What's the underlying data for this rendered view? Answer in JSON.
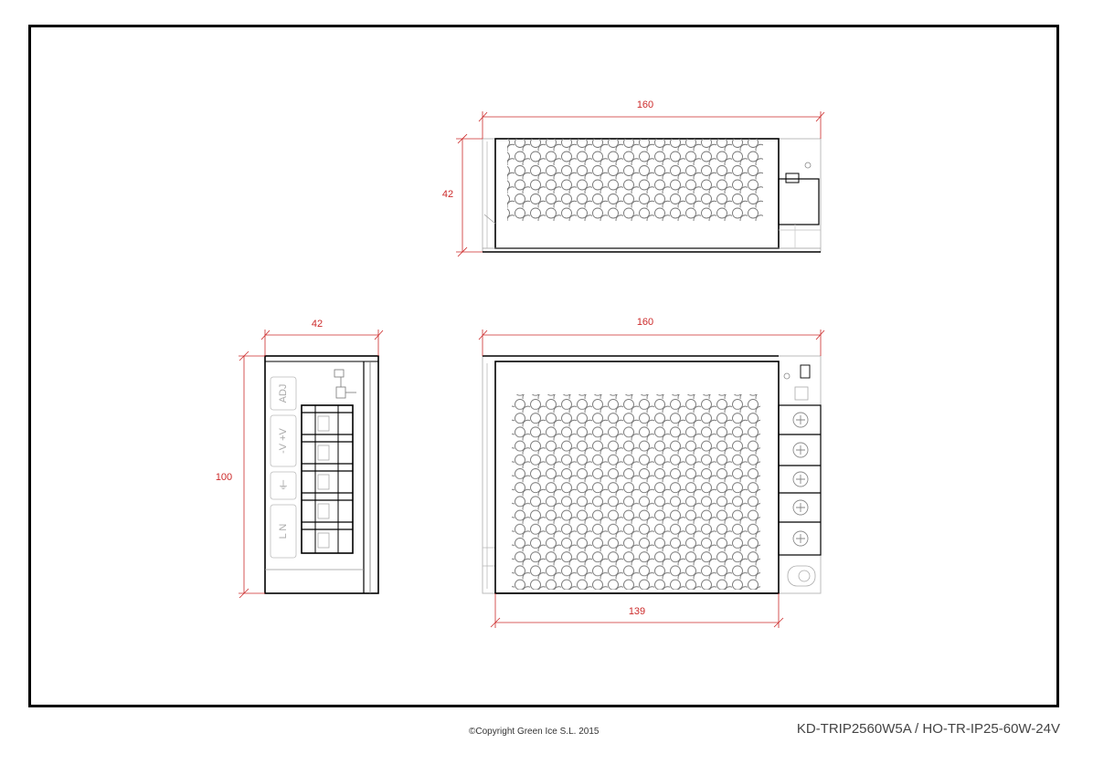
{
  "dimensions": {
    "top_view_length": "160",
    "top_view_height": "42",
    "side_view_width": "42",
    "side_view_height": "100",
    "front_view_length": "160",
    "front_view_inner_length": "139"
  },
  "terminal_labels": {
    "adj": "ADJ",
    "vout": "-V +V",
    "earth": "⏚",
    "ln": "L N"
  },
  "footer": {
    "copyright": "©Copyright Green Ice S.L. 2015",
    "model": "KD-TRIP2560W5A / HO-TR-IP25-60W-24V"
  },
  "colors": {
    "dimension": "#cc2a2a",
    "outline": "#000000",
    "frame": "#000000"
  }
}
